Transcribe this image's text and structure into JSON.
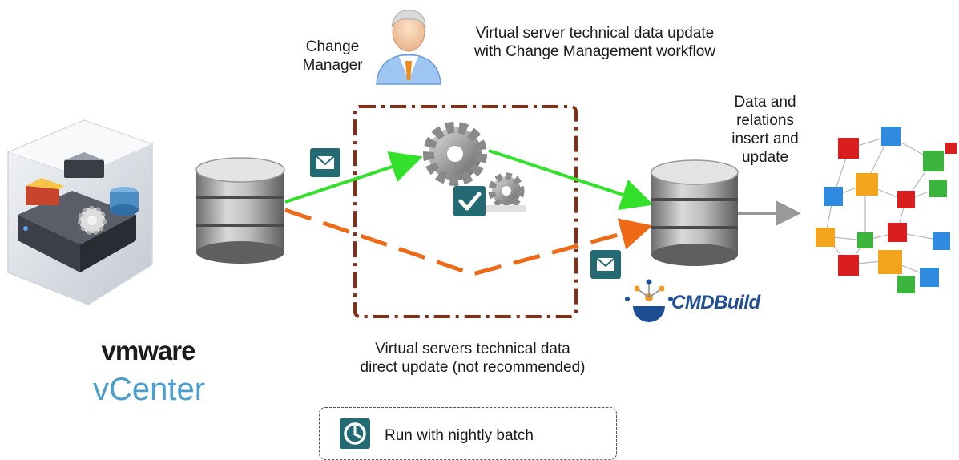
{
  "labels": {
    "change_manager": "Change\nManager",
    "cm_workflow": "Virtual server technical data update\nwith Change Management workflow",
    "data_relations": "Data and\nrelations\ninsert and\nupdate",
    "direct_update": "Virtual servers technical data\ndirect update (not recommended)",
    "vmware_logo": "vmware",
    "vcenter": "vCenter",
    "cmdbuild_brand": "CMDBuild",
    "legend": "Run with nightly batch"
  },
  "colors": {
    "recommended_arrow": "#33e02a",
    "direct_arrow": "#ef6a16",
    "process_box_border": "#8b2d14",
    "batch_tile": "#236a72",
    "output_arrow": "#999999",
    "vcenter_text": "#4a9fd0",
    "cmdbuild_blue": "#1e4e94",
    "cmdbuild_orange": "#f59a1e"
  },
  "icons": [
    "vmware-server-cube-icon",
    "source-database-icon",
    "change-manager-avatar-icon",
    "email-icon",
    "gears-workflow-icon",
    "check-icon",
    "cmdb-database-icon",
    "cmdbuild-logo-icon",
    "relations-graph-icon",
    "clock-icon"
  ]
}
